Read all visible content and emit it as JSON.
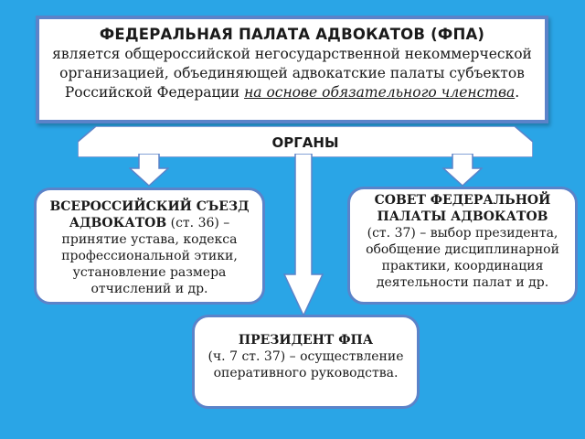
{
  "header": {
    "title": "ФЕДЕРАЛЬНАЯ ПАЛАТА АДВОКАТОВ (ФПА)",
    "text_before": "является общероссийской негосударственной некоммерческой организацией, объединяющей адвокатские палаты субъектов Российской Федерации ",
    "text_underlined": "на основе обязательного членства",
    "text_after": "."
  },
  "organs": {
    "label": "ОРГАНЫ"
  },
  "congress": {
    "title": "ВСЕРОССИЙСКИЙ СЪЕЗД АДВОКАТОВ",
    "text": " (ст. 36) – принятие устава, кодекса профессиональной этики, установление размера отчислений и др."
  },
  "council": {
    "title": "СОВЕТ ФЕДЕРАЛЬНОЙ ПАЛАТЫ АДВОКАТОВ",
    "text": "(ст. 37) – выбор президента, обобщение дисциплинарной практики, координация деятельности палат и др."
  },
  "president": {
    "title": "ПРЕЗИДЕНТ ФПА",
    "text": "(ч. 7 ст. 37) – осуществление оперативного руководства."
  },
  "colors": {
    "background": "#2aa5e6",
    "border": "#5b83c9",
    "box_fill": "#ffffff"
  }
}
